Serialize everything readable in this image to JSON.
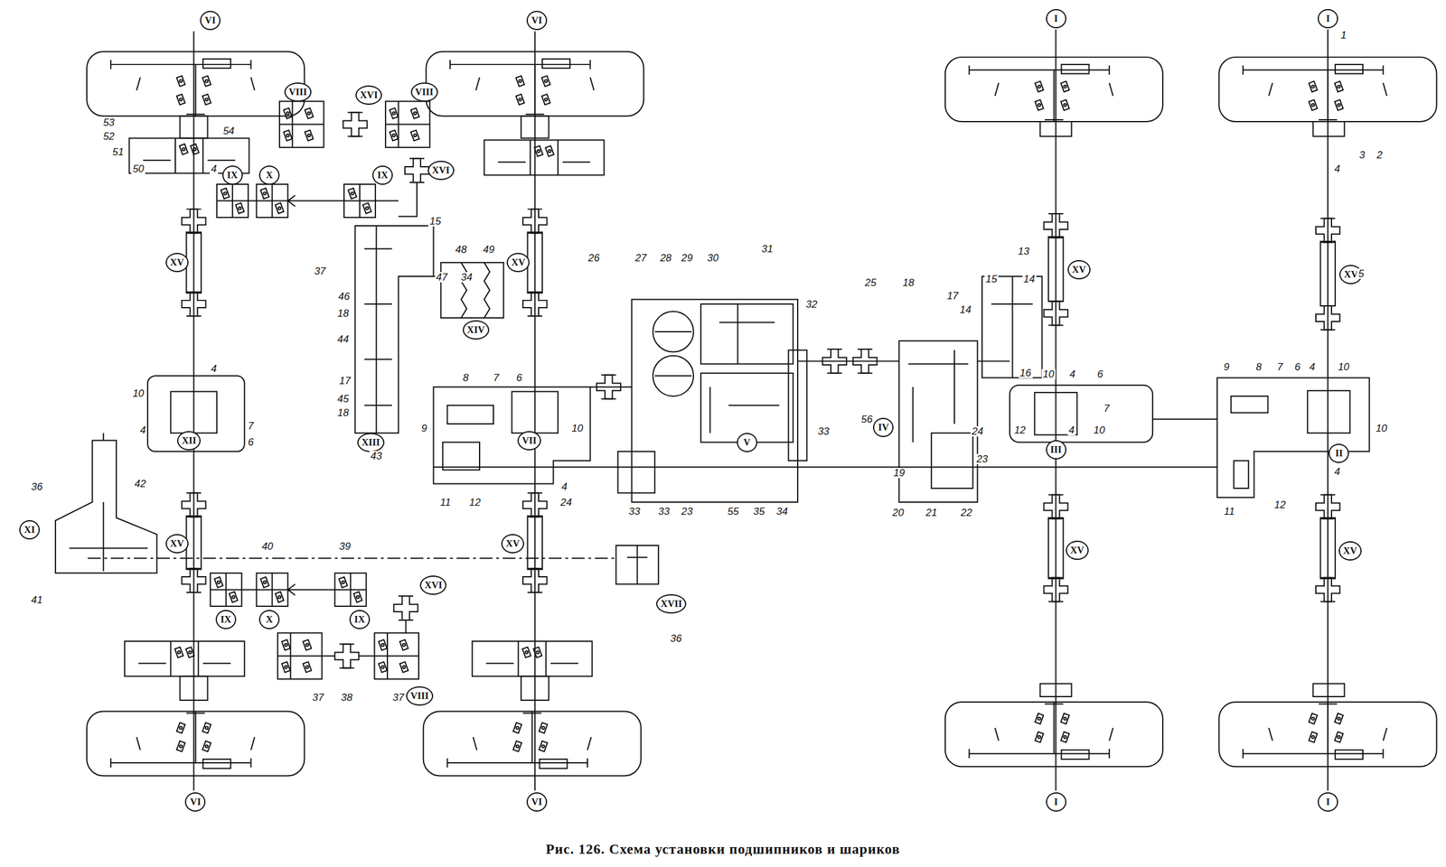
{
  "diagram": {
    "caption": "Рис. 126. Схема установки подшипников и шариков",
    "nodes": [
      {
        "text": [
          "VI"
        ]
      },
      {
        "text": [
          "VI"
        ]
      },
      {
        "text": [
          "I"
        ]
      },
      {
        "text": [
          "I"
        ]
      },
      {
        "text": [
          "VIII"
        ]
      },
      {
        "text": [
          "XVI"
        ]
      },
      {
        "text": [
          "VIII"
        ]
      },
      {
        "text": [
          "IX"
        ]
      },
      {
        "text": [
          "X"
        ]
      },
      {
        "text": [
          "XVI"
        ]
      },
      {
        "text": [
          "IX"
        ]
      },
      {
        "text": [
          "XV"
        ]
      },
      {
        "text": [
          "XV"
        ]
      },
      {
        "text": [
          "XV"
        ]
      },
      {
        "text": [
          "XV"
        ]
      },
      {
        "text": [
          "XIV"
        ]
      },
      {
        "text": [
          "XIII"
        ]
      },
      {
        "text": [
          "IV"
        ]
      },
      {
        "text": [
          "V"
        ]
      },
      {
        "text": [
          "VII"
        ]
      },
      {
        "text": [
          "XII"
        ]
      },
      {
        "text": [
          "III"
        ]
      },
      {
        "text": [
          "II"
        ]
      },
      {
        "text": [
          "XI"
        ]
      },
      {
        "text": [
          "XV"
        ]
      },
      {
        "text": [
          "XV"
        ]
      },
      {
        "text": [
          "XV"
        ]
      },
      {
        "text": [
          "XV"
        ]
      },
      {
        "text": [
          "XVII"
        ]
      },
      {
        "text": [
          "IX"
        ]
      },
      {
        "text": [
          "X"
        ]
      },
      {
        "text": [
          "IX"
        ]
      },
      {
        "text": [
          "XVI"
        ]
      },
      {
        "text": [
          "VIII"
        ]
      },
      {
        "text": [
          "VI"
        ]
      },
      {
        "text": [
          "VI"
        ]
      },
      {
        "text": [
          "I"
        ]
      },
      {
        "text": [
          "I"
        ]
      }
    ],
    "labels": [
      "1",
      "2",
      "3",
      "4",
      "53",
      "52",
      "54",
      "51",
      "50",
      "4",
      "5",
      "15",
      "37",
      "48",
      "49",
      "26",
      "27",
      "28",
      "29",
      "30",
      "31",
      "13",
      "47",
      "34",
      "25",
      "18",
      "15",
      "14",
      "46",
      "17",
      "32",
      "14",
      "18",
      "44",
      "8",
      "7",
      "6",
      "9",
      "8",
      "7",
      "6",
      "4",
      "10",
      "16",
      "10",
      "4",
      "6",
      "4",
      "17",
      "10",
      "45",
      "7",
      "18",
      "56",
      "7",
      "9",
      "10",
      "4",
      "33",
      "24",
      "12",
      "4",
      "10",
      "10",
      "6",
      "43",
      "23",
      "4",
      "19",
      "4",
      "36",
      "42",
      "11",
      "12",
      "24",
      "33",
      "33",
      "23",
      "55",
      "35",
      "34",
      "20",
      "21",
      "22",
      "12",
      "11",
      "40",
      "39",
      "41",
      "36",
      "37",
      "38",
      "37"
    ]
  }
}
